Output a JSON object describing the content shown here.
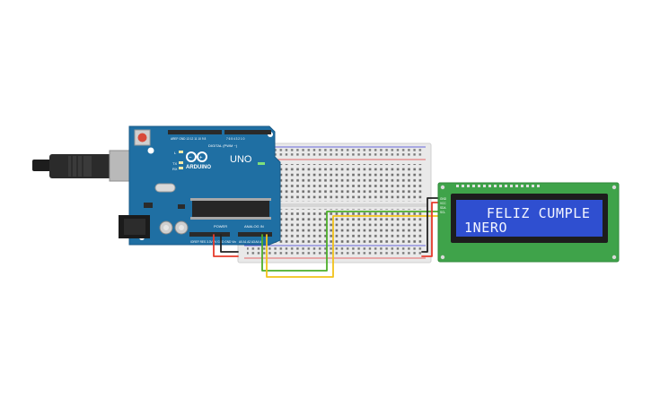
{
  "arduino": {
    "brand": "ARDUINO",
    "model": "UNO",
    "digital_label": "DIGITAL (PWM ~)",
    "power_label": "POWER",
    "analog_label": "ANALOG IN",
    "tx_label": "TX",
    "rx_label": "RX",
    "l_label": "L"
  },
  "lcd": {
    "line1": "   FELIZ CUMPLE",
    "line2": "1NERO",
    "pins": [
      "GND",
      "VCC",
      "SDA",
      "SCL"
    ]
  },
  "colors": {
    "arduino_board": "#1f6fa3",
    "breadboard": "#ececec",
    "lcd_pcb": "#3fa34a",
    "lcd_screen": "#2f4fd0",
    "wire_red": "#e53b2c",
    "wire_black": "#222222",
    "wire_green": "#4caf2a",
    "wire_yellow": "#f2c21a"
  },
  "icons": [
    "usb-cable-icon",
    "reset-button-icon",
    "dc-jack-icon",
    "infinity-logo-icon"
  ]
}
